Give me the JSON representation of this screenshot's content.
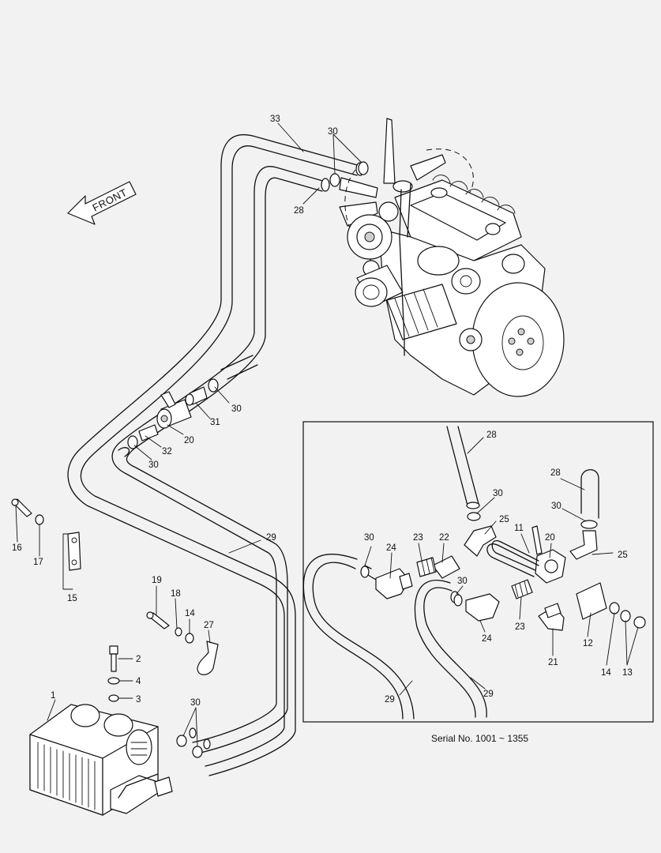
{
  "front_arrow_text": "FRONT",
  "serial_note": "Serial No. 1001 ~ 1355",
  "callouts": {
    "c33": "33",
    "c30a": "30",
    "c28a": "28",
    "c30b": "30",
    "c31": "31",
    "c20a": "20",
    "c32": "32",
    "c30c": "30",
    "c29a": "29",
    "c16": "16",
    "c17": "17",
    "c15": "15",
    "c19": "19",
    "c18": "18",
    "c14a": "14",
    "c27": "27",
    "c2": "2",
    "c4": "4",
    "c3": "3",
    "c1": "1",
    "c30d": "30",
    "i28a": "28",
    "i30a": "30",
    "i25a": "25",
    "i28b": "28",
    "i30b": "30",
    "i25b": "25",
    "i11": "11",
    "i20": "20",
    "i30c": "30",
    "i24a": "24",
    "i23a": "23",
    "i22": "22",
    "i30d": "30",
    "i23b": "23",
    "i24b": "24",
    "i21": "21",
    "i12": "12",
    "i14": "14",
    "i13": "13",
    "i29a": "29",
    "i29b": "29"
  }
}
